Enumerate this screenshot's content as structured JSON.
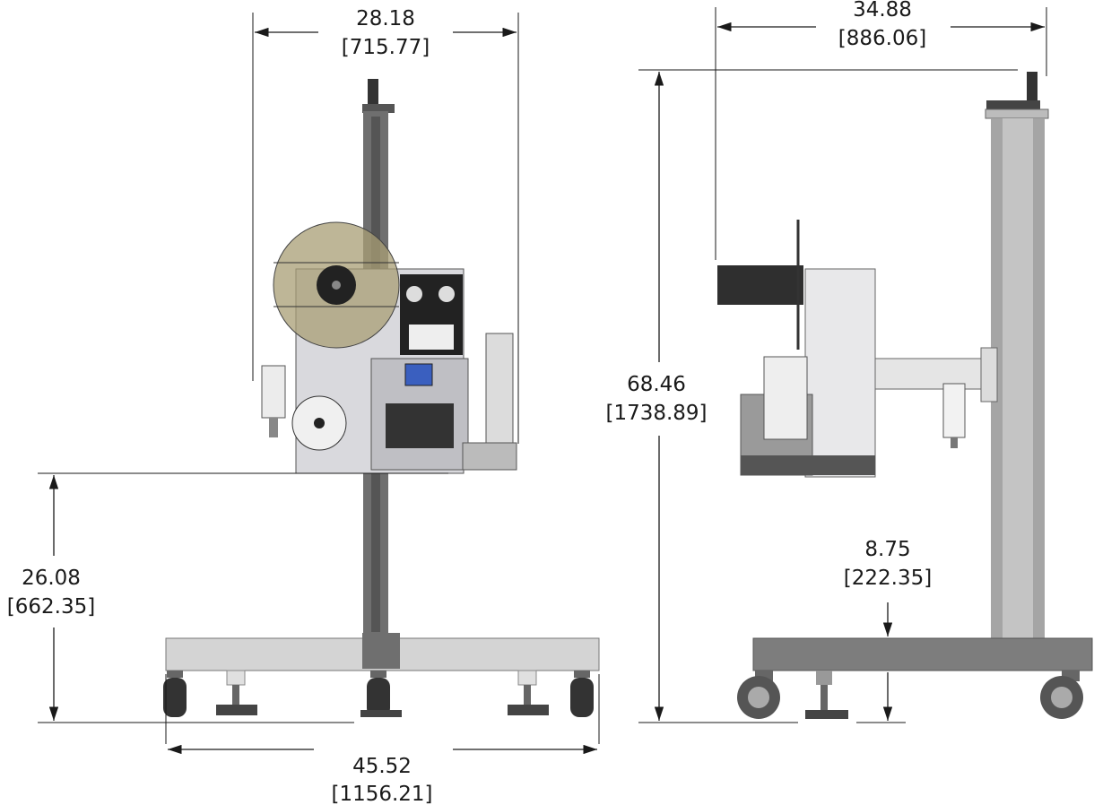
{
  "dimensions": {
    "front_width": {
      "value": "28.18",
      "metric": "[715.77]"
    },
    "side_width": {
      "value": "34.88",
      "metric": "[886.06]"
    },
    "overall_height": {
      "value": "68.46",
      "metric": "[1738.89]"
    },
    "head_height": {
      "value": "26.08",
      "metric": "[662.35]"
    },
    "base_offset": {
      "value": "8.75",
      "metric": "[222.35]"
    },
    "base_width": {
      "value": "45.52",
      "metric": "[1156.21]"
    }
  },
  "colors": {
    "line": "#1a1a1a",
    "frame": "#6f6f6f",
    "frame_light": "#d4d4d4",
    "roll": "#a89e74",
    "screen": "#3a5fbf"
  }
}
